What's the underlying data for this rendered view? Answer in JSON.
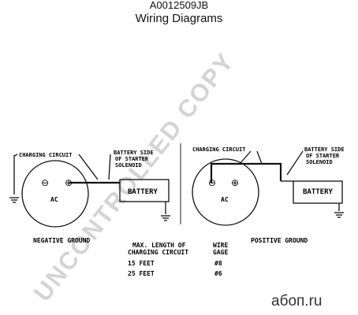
{
  "header": {
    "part_number": "A0012509JB",
    "title": "Wiring Diagrams"
  },
  "negative_ground": {
    "label": "NEGATIVE GROUND",
    "charging_circuit_label": "CHARGING CIRCUIT",
    "battery_side_label": [
      "BATTERY SIDE",
      "OF STARTER",
      "SOLENOID"
    ],
    "battery_label": "BATTERY",
    "alternator_label": "AC",
    "neg_terminal": "⊖",
    "pos_terminal": "⊕"
  },
  "positive_ground": {
    "label": "POSITIVE GROUND",
    "charging_circuit_label": "CHARGING CIRCUIT",
    "battery_side_label": [
      "BATTERY SIDE",
      "OF STARTER",
      "SOLENOID"
    ],
    "battery_label": "BATTERY",
    "alternator_label": "AC",
    "neg_terminal": "⊖",
    "pos_terminal": "⊕"
  },
  "wire_table": {
    "col1_header": [
      "MAX. LENGTH OF",
      "CHARGING CIRCUIT"
    ],
    "col2_header": [
      "WIRE",
      "GAGE"
    ],
    "rows": [
      {
        "length": "15 FEET",
        "gage": "#8"
      },
      {
        "length": "25 FEET",
        "gage": "#6"
      }
    ]
  },
  "watermark": "UNCONTROLLED COPY",
  "logo": "aбоп.ru"
}
